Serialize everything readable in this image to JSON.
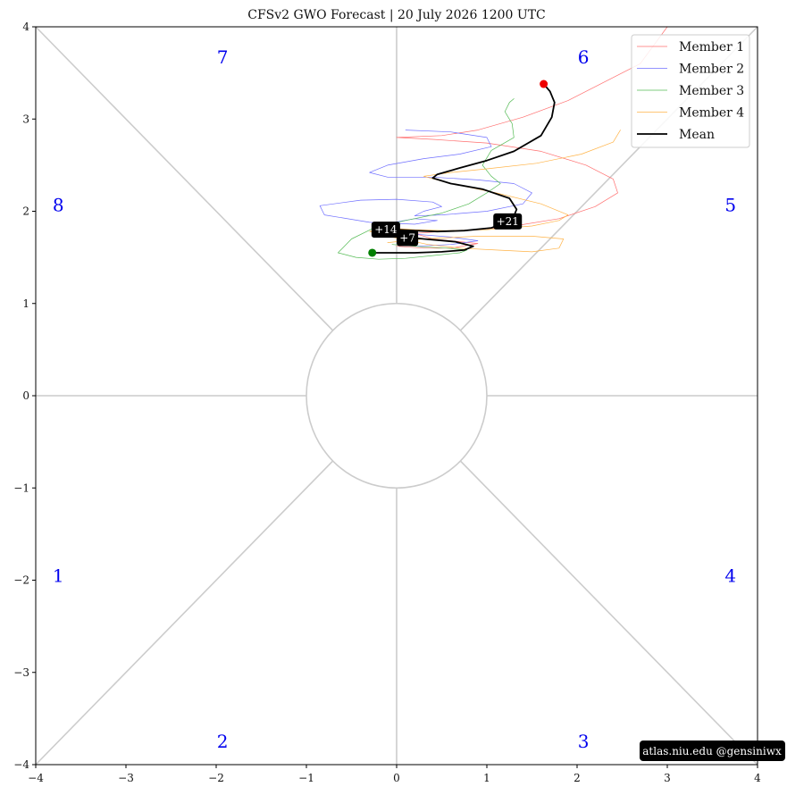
{
  "chart_data": {
    "type": "line",
    "title": "CFSv2 GWO Forecast   |   20  July  2026 1200 UTC",
    "xlabel": "",
    "ylabel": "",
    "xlim": [
      -4,
      4
    ],
    "ylim": [
      -4,
      4
    ],
    "x_ticks": [
      -4,
      -3,
      -2,
      -1,
      0,
      1,
      2,
      3,
      4
    ],
    "y_ticks": [
      -4,
      -3,
      -2,
      -1,
      0,
      1,
      2,
      3,
      4
    ],
    "tick_labels": [
      "−4",
      "−3",
      "−2",
      "−1",
      "0",
      "1",
      "2",
      "3",
      "4"
    ],
    "grid": false,
    "legend_position": "top-right",
    "phase_labels": [
      {
        "text": "1",
        "x": -3.75,
        "y": -1.95
      },
      {
        "text": "2",
        "x": -1.93,
        "y": -3.75
      },
      {
        "text": "3",
        "x": 2.07,
        "y": -3.75
      },
      {
        "text": "4",
        "x": 3.7,
        "y": -1.95
      },
      {
        "text": "5",
        "x": 3.7,
        "y": 2.07
      },
      {
        "text": "6",
        "x": 2.07,
        "y": 3.67
      },
      {
        "text": "7",
        "x": -1.93,
        "y": 3.67
      },
      {
        "text": "8",
        "x": -3.75,
        "y": 2.07
      }
    ],
    "series": [
      {
        "name": "Member 1",
        "color": "#ff6f6f",
        "x": [
          3.0,
          2.7,
          2.3,
          1.9,
          1.4,
          0.9,
          0.5,
          0.0,
          0.4,
          1.0,
          1.6,
          2.1,
          2.4,
          2.45,
          2.2,
          1.8,
          1.3,
          0.9,
          0.5,
          0.2,
          0.4,
          0.9,
          0.6,
          0.3,
          0.0
        ],
        "y": [
          4.0,
          3.6,
          3.4,
          3.2,
          3.02,
          2.88,
          2.82,
          2.8,
          2.78,
          2.74,
          2.65,
          2.5,
          2.35,
          2.2,
          2.05,
          1.92,
          1.84,
          1.8,
          1.78,
          1.76,
          1.7,
          1.65,
          1.6,
          1.6,
          1.62
        ]
      },
      {
        "name": "Member 2",
        "color": "#6f6fff",
        "x": [
          0.1,
          0.6,
          1.0,
          1.05,
          0.7,
          0.3,
          -0.1,
          -0.3,
          -0.1,
          0.4,
          0.9,
          1.3,
          1.5,
          1.4,
          1.0,
          0.5,
          0.2,
          0.3,
          0.5,
          0.4,
          0.0,
          -0.4,
          -0.85,
          -0.8,
          -0.3,
          0.2,
          0.45,
          0.2,
          -0.2,
          0.1,
          0.6,
          0.9,
          0.6,
          0.2
        ],
        "y": [
          2.88,
          2.86,
          2.8,
          2.7,
          2.62,
          2.57,
          2.5,
          2.42,
          2.37,
          2.37,
          2.34,
          2.3,
          2.2,
          2.08,
          2.0,
          1.96,
          1.95,
          2.0,
          2.05,
          2.1,
          2.13,
          2.12,
          2.06,
          1.96,
          1.88,
          1.86,
          1.9,
          1.92,
          1.85,
          1.76,
          1.72,
          1.68,
          1.64,
          1.62
        ]
      },
      {
        "name": "Member 3",
        "color": "#55bb55",
        "x": [
          1.3,
          1.25,
          1.2,
          1.28,
          1.3,
          1.05,
          0.95,
          1.05,
          1.15,
          1.0,
          0.8,
          0.5,
          0.1,
          -0.25,
          -0.5,
          -0.65,
          -0.45,
          -0.2,
          0.1,
          0.4,
          0.7,
          0.78,
          0.55,
          0.2,
          -0.05
        ],
        "y": [
          3.22,
          3.18,
          3.08,
          2.95,
          2.8,
          2.66,
          2.5,
          2.38,
          2.3,
          2.2,
          2.08,
          1.98,
          1.9,
          1.82,
          1.7,
          1.55,
          1.5,
          1.48,
          1.49,
          1.52,
          1.55,
          1.58,
          1.6,
          1.62,
          1.64
        ]
      },
      {
        "name": "Member 4",
        "color": "#ffb347",
        "x": [
          2.48,
          2.4,
          2.05,
          1.55,
          1.0,
          0.6,
          0.3,
          0.6,
          1.1,
          1.6,
          1.9,
          1.8,
          1.5,
          1.0,
          0.55,
          0.2,
          -0.15,
          -0.3,
          -0.05,
          0.35,
          0.7,
          1.1,
          1.5,
          1.8,
          1.85,
          1.5,
          0.9,
          0.3,
          -0.1
        ],
        "y": [
          2.88,
          2.75,
          2.62,
          2.52,
          2.46,
          2.42,
          2.38,
          2.3,
          2.2,
          2.08,
          1.96,
          1.9,
          1.84,
          1.8,
          1.79,
          1.8,
          1.82,
          1.78,
          1.72,
          1.64,
          1.6,
          1.58,
          1.56,
          1.6,
          1.7,
          1.73,
          1.73,
          1.7,
          1.66
        ]
      },
      {
        "name": "Mean",
        "color": "#000000",
        "x": [
          1.63,
          1.7,
          1.75,
          1.72,
          1.6,
          1.3,
          1.0,
          0.7,
          0.45,
          0.4,
          0.6,
          0.95,
          1.25,
          1.33,
          1.28,
          1.05,
          0.75,
          0.45,
          0.2,
          0.0,
          -0.1,
          0.0,
          0.3,
          0.65,
          0.85,
          0.75,
          0.5,
          0.2,
          -0.05,
          -0.27
        ],
        "y": [
          3.38,
          3.3,
          3.18,
          3.02,
          2.82,
          2.65,
          2.55,
          2.47,
          2.4,
          2.36,
          2.3,
          2.24,
          2.14,
          2.02,
          1.9,
          1.82,
          1.79,
          1.78,
          1.79,
          1.8,
          1.76,
          1.73,
          1.7,
          1.67,
          1.62,
          1.58,
          1.56,
          1.55,
          1.55,
          1.55
        ],
        "start": [
          -0.27,
          1.55
        ],
        "end": [
          1.63,
          3.38
        ],
        "labels": [
          {
            "text": "+7",
            "x": 0.12,
            "y": 1.71
          },
          {
            "text": "+14",
            "x": -0.12,
            "y": 1.8
          },
          {
            "text": "+21",
            "x": 1.23,
            "y": 1.89
          }
        ]
      }
    ]
  },
  "credit": "atlas.niu.edu  @gensiniwx"
}
